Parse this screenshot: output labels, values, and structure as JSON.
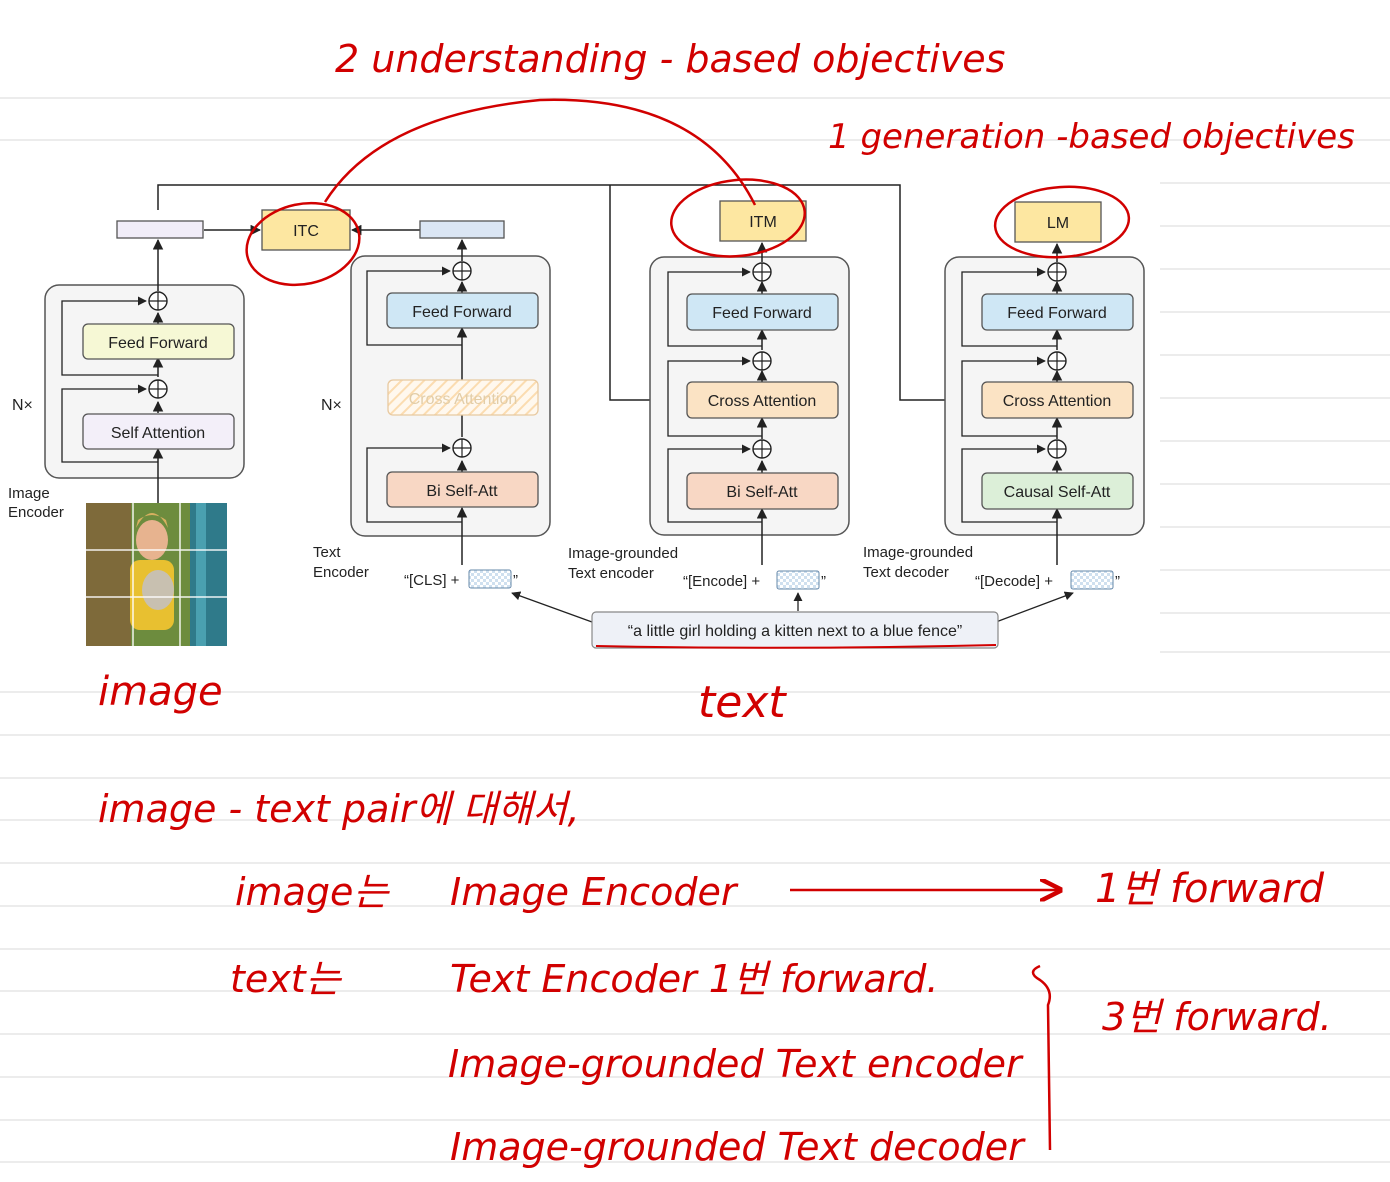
{
  "annotations": {
    "understanding": "2 understanding - based objectives",
    "generation": "1 generation -based objectives",
    "image": "image",
    "text": "text",
    "note_line1": "image - text pair에 대해서,",
    "note_line2_a": "image는",
    "note_line2_b": "Image Encoder",
    "note_line2_c": "1번 forward",
    "note_line3_a": "text는",
    "note_line3_b": "Text Encoder 1번 forward.",
    "note_line4": "Image-grounded Text encoder",
    "note_line5": "Image-grounded Text decoder",
    "note_three": "3번 forward."
  },
  "diagram": {
    "nx1": "N×",
    "nx2": "N×",
    "image_encoder": {
      "caption_line1": "Image",
      "caption_line2": "Encoder",
      "feed_forward": "Feed Forward",
      "self_attention": "Self Attention"
    },
    "itc": "ITC",
    "itm": "ITM",
    "lm": "LM",
    "text_encoder": {
      "caption_line1": "Text",
      "caption_line2": "Encoder",
      "feed_forward": "Feed Forward",
      "cross_attention": "Cross Attention",
      "bi_self_att": "Bi Self-Att",
      "input": "“[CLS] +"
    },
    "ig_text_encoder": {
      "caption_line1": "Image-grounded",
      "caption_line2": "Text encoder",
      "feed_forward": "Feed Forward",
      "cross_attention": "Cross Attention",
      "bi_self_att": "Bi Self-Att",
      "input": "“[Encode] +"
    },
    "ig_text_decoder": {
      "caption_line1": "Image-grounded",
      "caption_line2": "Text decoder",
      "feed_forward": "Feed Forward",
      "cross_attention": "Cross Attention",
      "causal_self_att": "Causal Self-Att",
      "input": "“[Decode] +"
    },
    "close_quote": "”",
    "caption_text": "“a little girl holding a kitten next to a blue fence”"
  },
  "colors": {
    "annotation_red": "#d10000",
    "feed_forward_image": "#f6f8d5",
    "feed_forward_text": "#cfe7f5",
    "cross_attention": "#fbe3c4",
    "bi_self_att": "#f8d7c4",
    "causal_self_att": "#dcefd8",
    "objective_box": "#fde7a1"
  }
}
